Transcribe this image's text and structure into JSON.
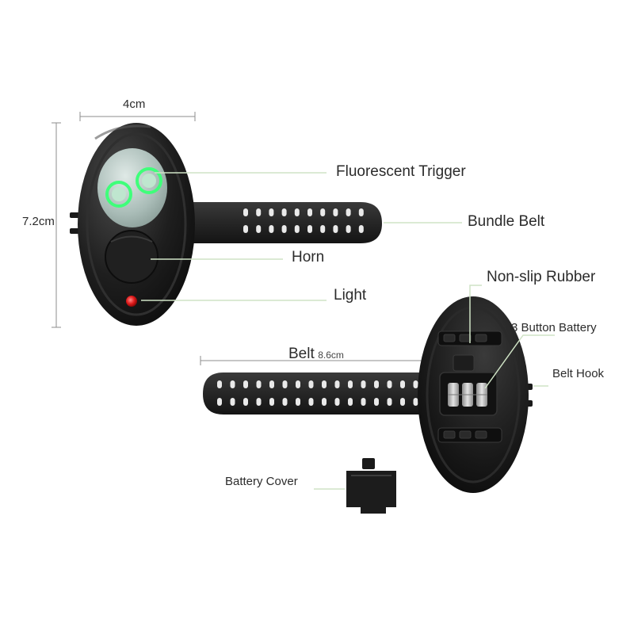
{
  "dimensions": {
    "width": "4cm",
    "height": "7.2cm",
    "belt_length": "8.6cm"
  },
  "labels": {
    "fluorescent_trigger": "Fluorescent Trigger",
    "bundle_belt": "Bundle Belt",
    "horn": "Horn",
    "light": "Light",
    "non_slip_rubber": "Non-slip Rubber",
    "button_battery": "3 Button Battery",
    "belt_hook": "Belt Hook",
    "belt": "Belt",
    "battery_cover": "Battery Cover"
  },
  "colors": {
    "trigger_glow": "#3fff7a",
    "light_led": "#e01b1b",
    "device_body": "#1e1e1e",
    "callout_line": "#cfe3c5"
  }
}
